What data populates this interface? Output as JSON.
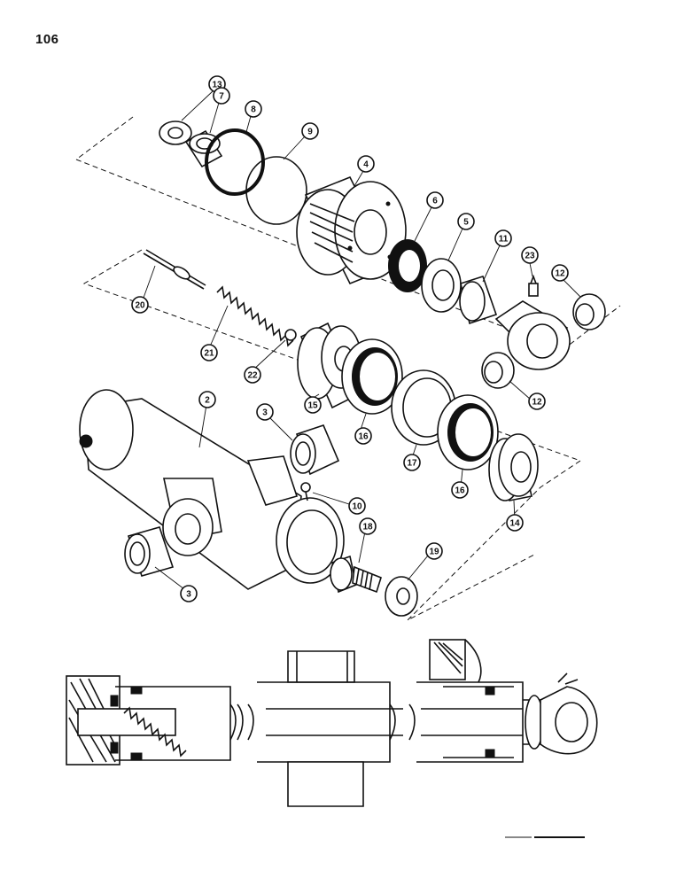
{
  "page": {
    "number": "106"
  },
  "callouts": [
    {
      "id": "13",
      "label": "13"
    },
    {
      "id": "7",
      "label": "7"
    },
    {
      "id": "8",
      "label": "8"
    },
    {
      "id": "9",
      "label": "9"
    },
    {
      "id": "4",
      "label": "4"
    },
    {
      "id": "6",
      "label": "6"
    },
    {
      "id": "5",
      "label": "5"
    },
    {
      "id": "11",
      "label": "11"
    },
    {
      "id": "23",
      "label": "23"
    },
    {
      "id": "12a",
      "label": "12"
    },
    {
      "id": "20",
      "label": "20"
    },
    {
      "id": "21",
      "label": "21"
    },
    {
      "id": "22",
      "label": "22"
    },
    {
      "id": "15",
      "label": "15"
    },
    {
      "id": "16a",
      "label": "16"
    },
    {
      "id": "17",
      "label": "17"
    },
    {
      "id": "16b",
      "label": "16"
    },
    {
      "id": "14",
      "label": "14"
    },
    {
      "id": "12b",
      "label": "12"
    },
    {
      "id": "2",
      "label": "2"
    },
    {
      "id": "3a",
      "label": "3"
    },
    {
      "id": "10",
      "label": "10"
    },
    {
      "id": "18",
      "label": "18"
    },
    {
      "id": "19",
      "label": "19"
    },
    {
      "id": "3b",
      "label": "3"
    }
  ]
}
